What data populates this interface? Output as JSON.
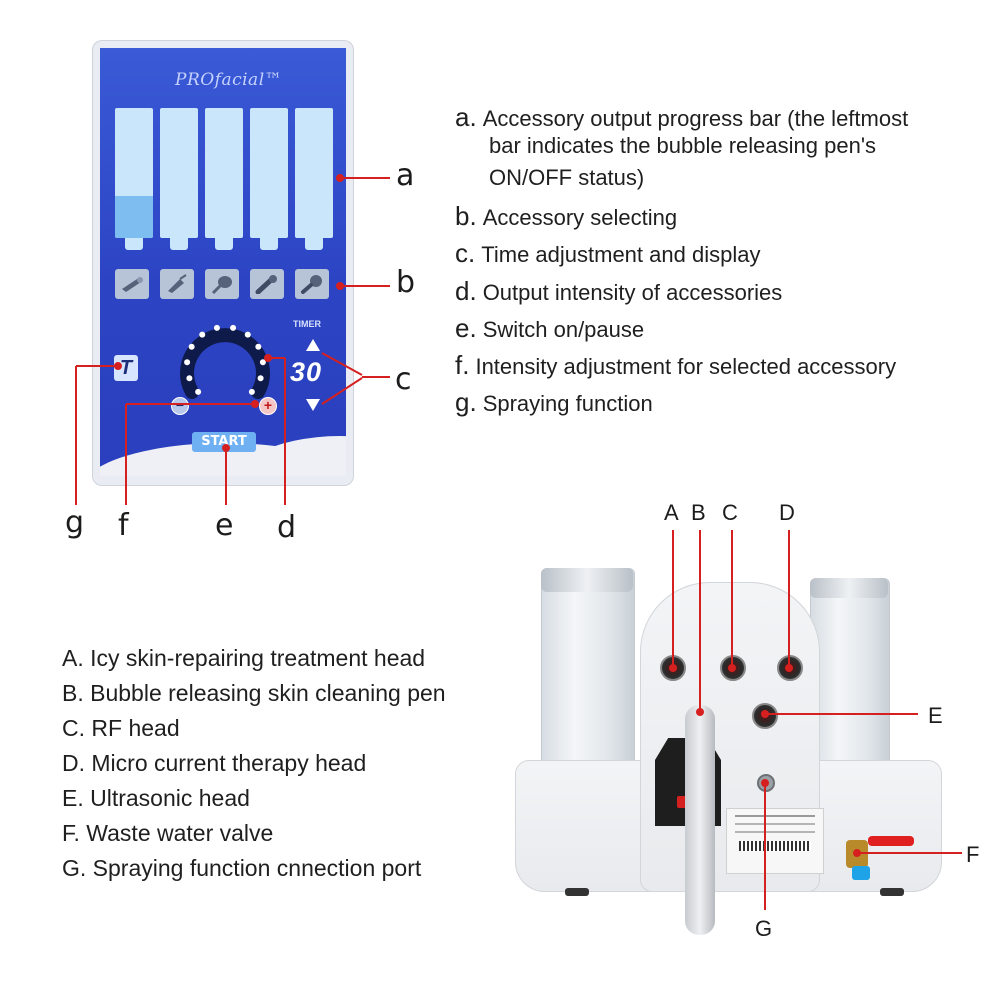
{
  "panel": {
    "brand": "PROfacial™",
    "timer_label": "TIMER",
    "timer_value": "30",
    "t_button": "T",
    "minus_symbol": "−",
    "plus_symbol": "+",
    "start_label": "START",
    "first_bar_fill_fraction": 0.32,
    "accessory_icons": [
      "icy-head-icon",
      "bubble-pen-icon",
      "rf-head-icon",
      "micro-current-icon",
      "ultrasonic-icon"
    ],
    "colors": {
      "screen": "#2c44c4",
      "bar": "#c9e6fb",
      "bar_fill": "#7dbdf0",
      "start": "#6fb0f2",
      "callout": "#d62020"
    }
  },
  "panel_letters": [
    "a",
    "b",
    "c",
    "d",
    "e",
    "f",
    "g"
  ],
  "panel_legend": [
    {
      "key": "a.",
      "lines": [
        "Accessory output progress bar (the leftmost",
        "bar indicates the bubble releasing pen's",
        "ON/OFF status)"
      ]
    },
    {
      "key": "b.",
      "lines": [
        "Accessory selecting"
      ]
    },
    {
      "key": "c.",
      "lines": [
        "Time adjustment and display"
      ]
    },
    {
      "key": "d.",
      "lines": [
        "Output intensity of accessories"
      ]
    },
    {
      "key": "e.",
      "lines": [
        "Switch on/pause"
      ]
    },
    {
      "key": "f.",
      "lines": [
        "Intensity adjustment for selected accessory"
      ]
    },
    {
      "key": "g.",
      "lines": [
        "Spraying function"
      ]
    }
  ],
  "machine_letters": [
    "A",
    "B",
    "C",
    "D",
    "E",
    "F",
    "G"
  ],
  "machine_legend": [
    {
      "key": "A.",
      "text": "Icy skin-repairing treatment head"
    },
    {
      "key": "B.",
      "text": "Bubble releasing skin cleaning pen"
    },
    {
      "key": "C.",
      "text": "RF head"
    },
    {
      "key": "D.",
      "text": "Micro current therapy head"
    },
    {
      "key": "E.",
      "text": "Ultrasonic head"
    },
    {
      "key": "F.",
      "text": "Waste water valve"
    },
    {
      "key": "G.",
      "text": "Spraying function cnnection port"
    }
  ]
}
